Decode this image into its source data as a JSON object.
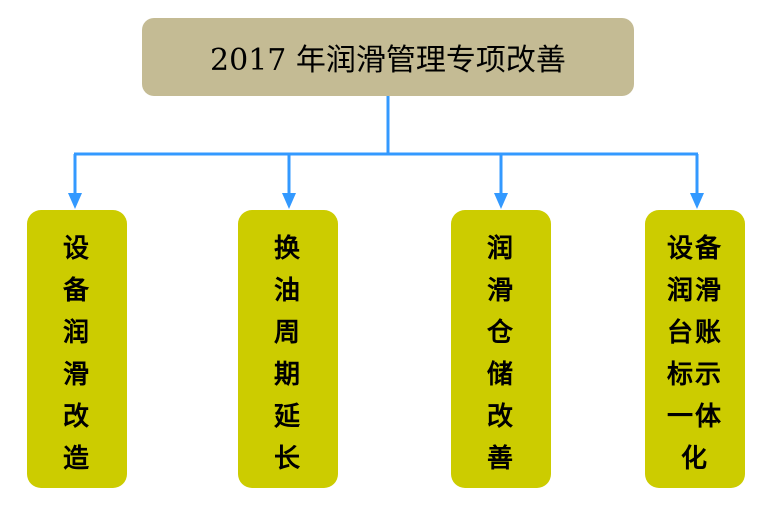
{
  "title": "2017 年润滑管理专项改善",
  "colors": {
    "title_fill": "#c4bb94",
    "box_fill": "#cccc00",
    "connector": "#3399ff"
  },
  "branches": [
    {
      "lines": [
        "设",
        "备",
        "润",
        "滑",
        "改",
        "造"
      ]
    },
    {
      "lines": [
        "换",
        "油",
        "周",
        "期",
        "延",
        "长"
      ]
    },
    {
      "lines": [
        "润",
        "滑",
        "仓",
        "储",
        "改",
        "善"
      ]
    },
    {
      "lines": [
        "设备",
        "润滑",
        "台账",
        "标示",
        "一体",
        "化"
      ]
    }
  ]
}
